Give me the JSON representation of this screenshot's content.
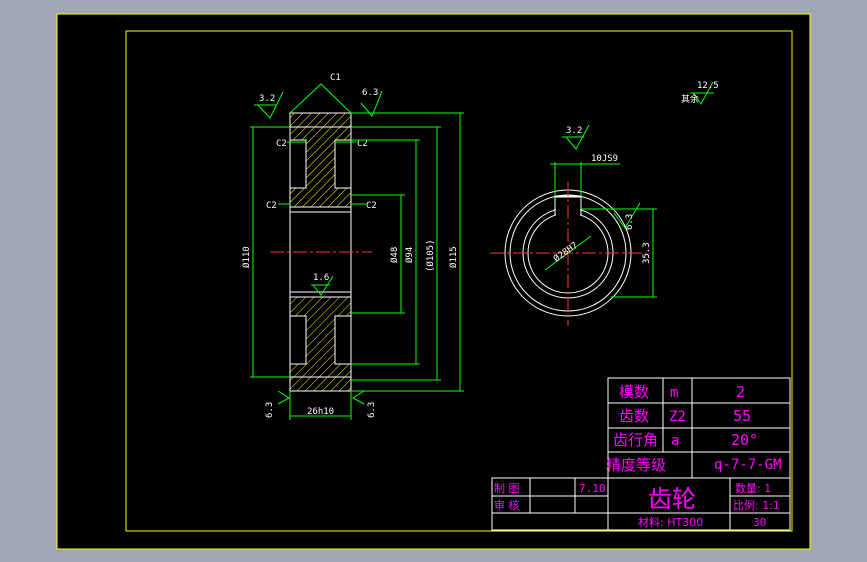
{
  "roughness": {
    "r32_left": "3.2",
    "r63_top": "6.3",
    "r32_hub": "3.2",
    "r63_keyway": "6.3",
    "r16": "1.6",
    "r63_bottom_left": "6.3",
    "r63_bottom_right": "6.3",
    "r125_general": "12.5",
    "general_label": "其余"
  },
  "labels": {
    "chamfer_c1": "C1",
    "chamfer_c2": "C2",
    "dim_od110": "Ø110",
    "dim_d48": "Ø48",
    "dim_d94": "Ø94",
    "dim_d105": "(Ø105)",
    "dim_d115": "Ø115",
    "dim_width": "26h10",
    "dim_keyway": "10JS9",
    "dim_bore": "Ø28H7",
    "dim_keyheight": "35.3"
  },
  "table": {
    "module_label": "模数",
    "module_symbol": "m",
    "module_value": "2",
    "teeth_label": "齿数",
    "teeth_symbol": "Z2",
    "teeth_value": "55",
    "angle_label": "齿行角",
    "angle_symbol": "a",
    "angle_value": "20°",
    "precision_label": "精度等级",
    "precision_value": "q-7-7-GM"
  },
  "title_block": {
    "drawn_label": "制 图",
    "drawn_date": "7.10",
    "checked_label": "审 核",
    "part_name": "齿轮",
    "quantity": "数量: 1",
    "scale": "比例: 1:1",
    "material": "材料: HT300",
    "sheet_no": "30"
  },
  "colors": {
    "frame": "#ffff00",
    "geometry": "#ffffff",
    "dimension": "#00ff00",
    "text": "#ff00ff",
    "centerline": "#ff3030",
    "hatch": "#ffff00",
    "background": "#000000"
  }
}
